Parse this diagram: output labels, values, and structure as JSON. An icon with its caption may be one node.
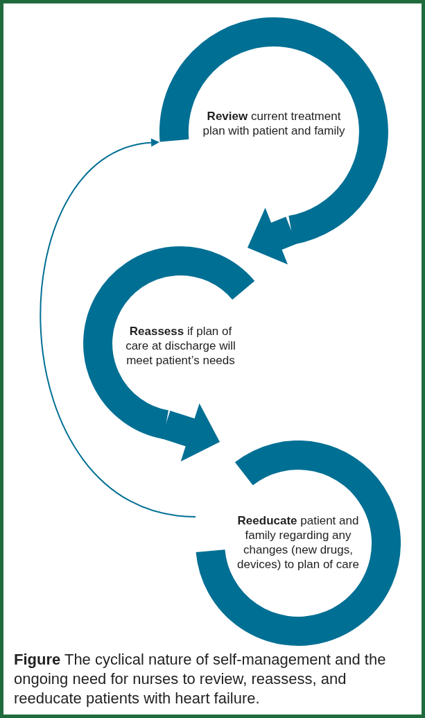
{
  "diagram": {
    "caption": "**Figure**  The cyclical nature of self-management and the ongoing need for nurses to review, reassess, and reeducate patients with heart failure.",
    "nodes": [
      {
        "text": [
          "**Review** current treatment plan with patient and family"
        ]
      },
      {
        "text": [
          "**Reassess** if plan of care at discharge will meet patient’s needs"
        ]
      },
      {
        "text": [
          "**Reeducate** patient and family regarding any changes (new drugs, devices) to plan of care"
        ]
      }
    ],
    "edges": [
      {
        "from": 0,
        "to": 1,
        "arrow": "to"
      },
      {
        "from": 1,
        "to": 2,
        "arrow": "to"
      },
      {
        "from": 2,
        "to": 0,
        "arrow": "to"
      }
    ]
  }
}
